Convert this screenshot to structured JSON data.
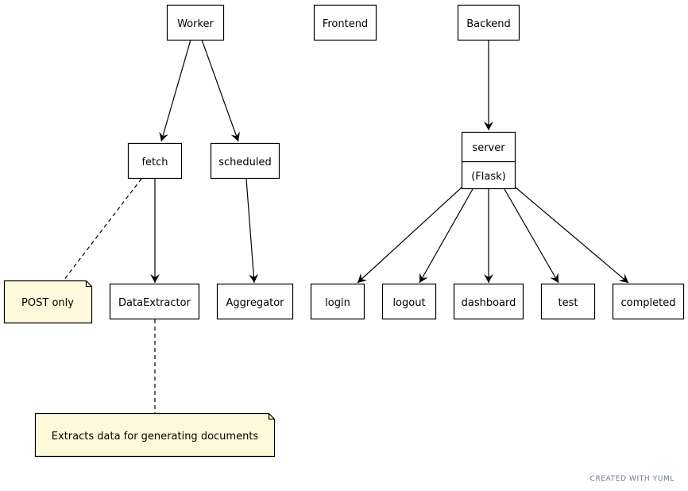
{
  "nodes": {
    "worker": "Worker",
    "frontend": "Frontend",
    "backend": "Backend",
    "fetch": "fetch",
    "scheduled": "scheduled",
    "server_name": "server",
    "server_detail": "(Flask)",
    "dataextractor": "DataExtractor",
    "aggregator": "Aggregator",
    "login": "login",
    "logout": "logout",
    "dashboard": "dashboard",
    "test": "test",
    "completed": "completed"
  },
  "notes": {
    "post_only": "POST only",
    "extracts": "Extracts data for generating documents"
  },
  "footer": "CREATED WITH YUML",
  "colors": {
    "note_fill": "#fff9dc",
    "footer_text": "#6b7a8f"
  }
}
